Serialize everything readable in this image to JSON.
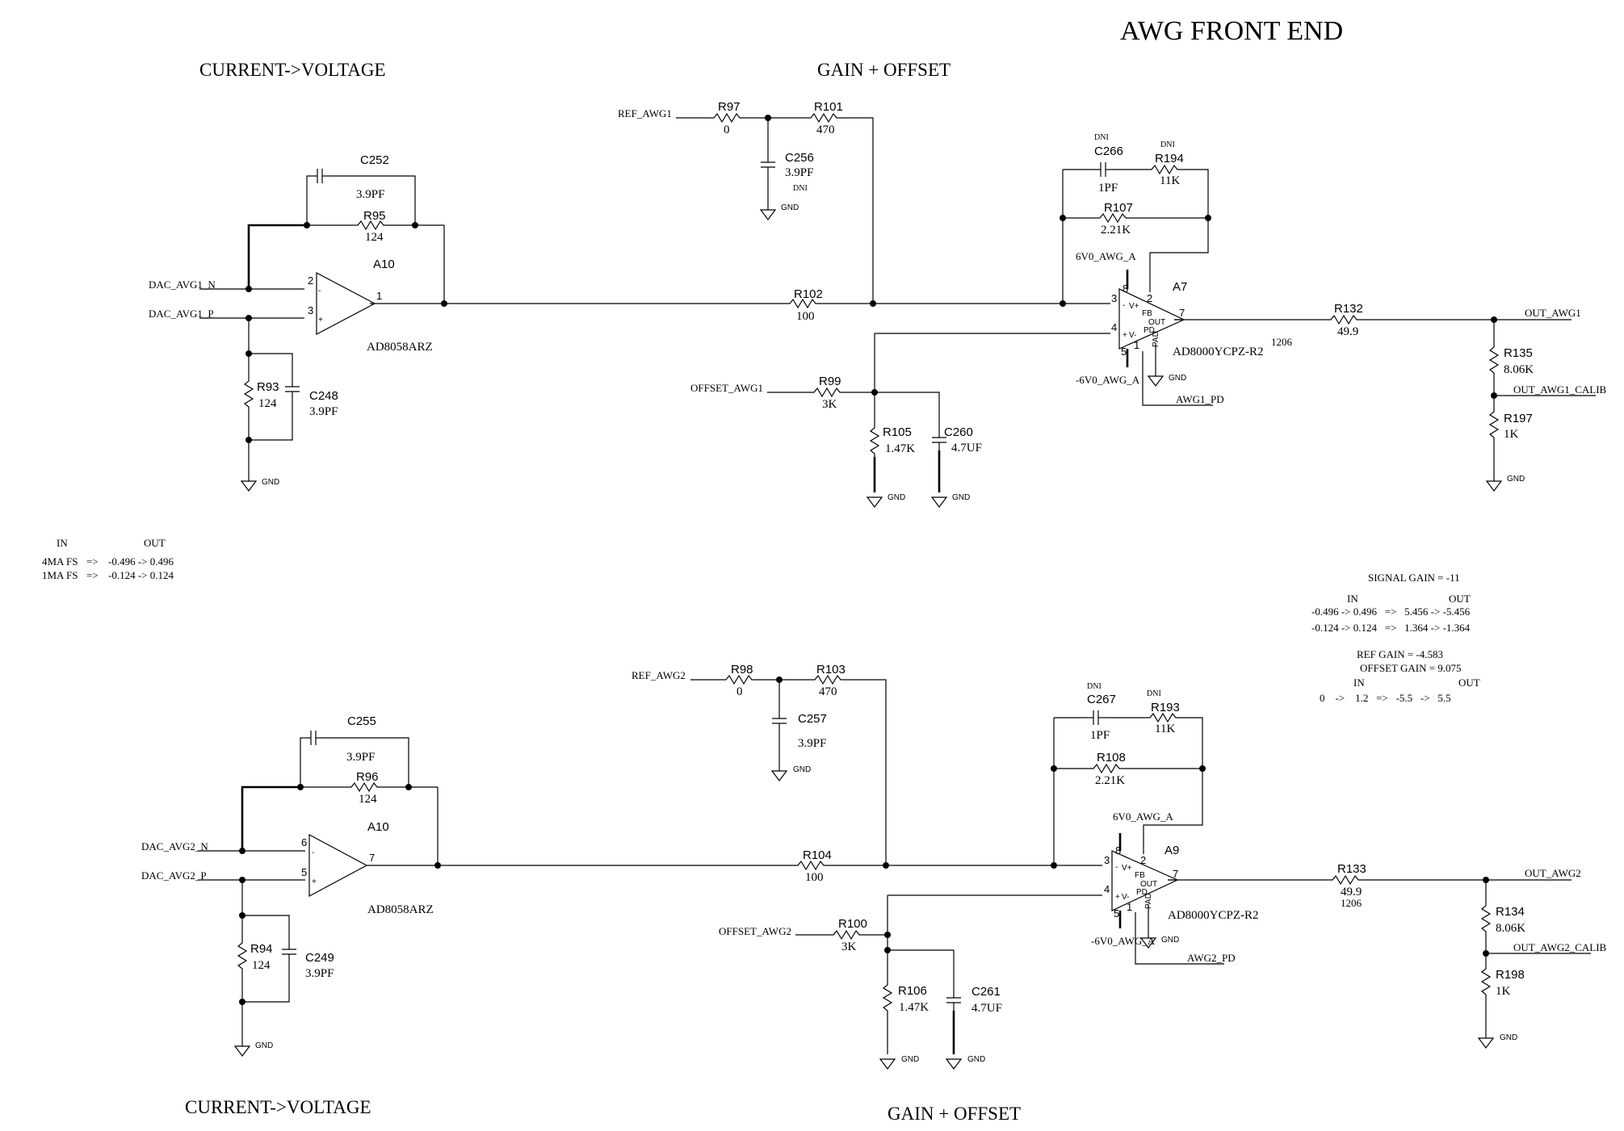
{
  "headers": {
    "title": "AWG FRONT END",
    "cv_top": "CURRENT->VOLTAGE",
    "go_top": "GAIN + OFFSET",
    "cv_bottom": "CURRENT->VOLTAGE",
    "go_bottom": "GAIN + OFFSET"
  },
  "nets": {
    "dac1n": "DAC_AVG1_N",
    "dac1p": "DAC_AVG1_P",
    "dac2n": "DAC_AVG2_N",
    "dac2p": "DAC_AVG2_P",
    "ref1": "REF_AWG1",
    "ref2": "REF_AWG2",
    "off1": "OFFSET_AWG1",
    "off2": "OFFSET_AWG2",
    "out1": "OUT_AWG1",
    "out1c": "OUT_AWG1_CALIB",
    "out2": "OUT_AWG2",
    "out2c": "OUT_AWG2_CALIB",
    "pd1": "AWG1_PD",
    "pd2": "AWG2_PD",
    "vp1": "6V0_AWG_A",
    "vn1": "-6V0_AWG_A",
    "vp2": "6V0_AWG_A",
    "vn2": "-6V0_AWG_A",
    "gnd": "GND"
  },
  "parts": {
    "C252": {
      "ref": "C252",
      "val": "3.9PF"
    },
    "R95": {
      "ref": "R95",
      "val": "124"
    },
    "A10a": {
      "ref": "A10",
      "val": "AD8058ARZ"
    },
    "R93": {
      "ref": "R93",
      "val": "124"
    },
    "C248": {
      "ref": "C248",
      "val": "3.9PF"
    },
    "R97": {
      "ref": "R97",
      "val": "0"
    },
    "R101": {
      "ref": "R101",
      "val": "470"
    },
    "C256": {
      "ref": "C256",
      "val": "3.9PF",
      "note": "DNI"
    },
    "R102": {
      "ref": "R102",
      "val": "100"
    },
    "R99": {
      "ref": "R99",
      "val": "3K"
    },
    "R105": {
      "ref": "R105",
      "val": "1.47K"
    },
    "C260": {
      "ref": "C260",
      "val": "4.7UF"
    },
    "C266": {
      "ref": "C266",
      "val": "1PF",
      "note": "DNI"
    },
    "R194": {
      "ref": "R194",
      "val": "11K",
      "note": "DNI"
    },
    "R107": {
      "ref": "R107",
      "val": "2.21K"
    },
    "A7": {
      "ref": "A7",
      "val": "AD8000YCPZ-R2"
    },
    "R132": {
      "ref": "R132",
      "val": "49.9",
      "pkg": "1206"
    },
    "R135": {
      "ref": "R135",
      "val": "8.06K"
    },
    "R197": {
      "ref": "R197",
      "val": "1K"
    },
    "C255": {
      "ref": "C255",
      "val": "3.9PF"
    },
    "R96": {
      "ref": "R96",
      "val": "124"
    },
    "A10b": {
      "ref": "A10",
      "val": "AD8058ARZ"
    },
    "R94": {
      "ref": "R94",
      "val": "124"
    },
    "C249": {
      "ref": "C249",
      "val": "3.9PF"
    },
    "R98": {
      "ref": "R98",
      "val": "0"
    },
    "R103": {
      "ref": "R103",
      "val": "470"
    },
    "C257": {
      "ref": "C257",
      "val": "3.9PF"
    },
    "R104": {
      "ref": "R104",
      "val": "100"
    },
    "R100": {
      "ref": "R100",
      "val": "3K"
    },
    "R106": {
      "ref": "R106",
      "val": "1.47K"
    },
    "C261": {
      "ref": "C261",
      "val": "4.7UF"
    },
    "C267": {
      "ref": "C267",
      "val": "1PF",
      "note": "DNI"
    },
    "R193": {
      "ref": "R193",
      "val": "11K",
      "note": "DNI"
    },
    "R108": {
      "ref": "R108",
      "val": "2.21K"
    },
    "A9": {
      "ref": "A9",
      "val": "AD8000YCPZ-R2"
    },
    "R133": {
      "ref": "R133",
      "val": "49.9",
      "pkg": "1206"
    },
    "R134": {
      "ref": "R134",
      "val": "8.06K"
    },
    "R198": {
      "ref": "R198",
      "val": "1K"
    }
  },
  "pins": {
    "a10a_inn": "2",
    "a10a_inp": "3",
    "a10a_out": "1",
    "a10b_inn": "6",
    "a10b_inp": "5",
    "a10b_out": "7",
    "a7_inp": "3",
    "a7_inn": "4",
    "a7_vp": "8",
    "a7_fb": "2",
    "a7_out": "7",
    "a7_vn": "5",
    "a7_pd": "1",
    "a9_inp": "3",
    "a9_inn": "4",
    "a9_vp": "8",
    "a9_fb": "2",
    "a9_out": "7",
    "a9_vn": "5",
    "a9_pd": "1",
    "l_vp": "V+",
    "l_vn": "V-",
    "l_fb": "FB",
    "l_out": "OUT",
    "l_pd": "PD",
    "l_pad": "PAD",
    "l_minus": "-",
    "l_plus": "+"
  },
  "notes": {
    "cv_in": "IN",
    "cv_out": "OUT",
    "cv_row1_a": "4MA FS",
    "cv_row1_arrow": "=>",
    "cv_row1_b": "-0.496 -> 0.496",
    "cv_row2_a": "1MA FS",
    "cv_row2_arrow": "=>",
    "cv_row2_b": "-0.124 -> 0.124",
    "sig_gain": "SIGNAL GAIN = -11",
    "sg_in": "IN",
    "sg_out": "OUT",
    "sg_row1": "-0.496 -> 0.496   =>   5.456 -> -5.456",
    "sg_row2": "-0.124 -> 0.124   =>   1.364 -> -1.364",
    "ref_gain": "REF GAIN = -4.583",
    "off_gain": "OFFSET GAIN = 9.075",
    "og_in": "IN",
    "og_out": "OUT",
    "og_row": "0    ->    1.2   =>   -5.5   ->   5.5"
  }
}
